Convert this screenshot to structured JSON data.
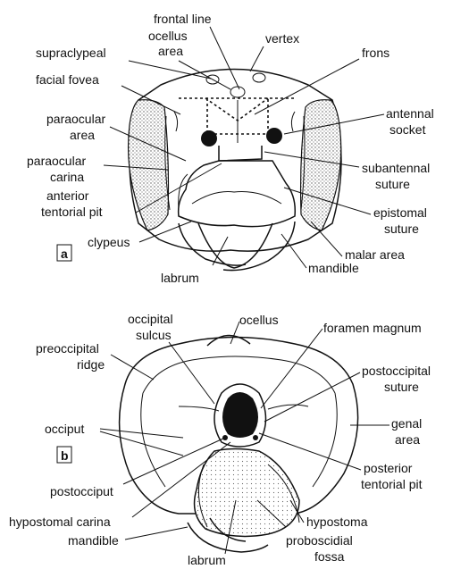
{
  "panel_a": {
    "tag": "a",
    "labels": {
      "frontal_line": "frontal line",
      "ocellus_area_1": "ocellus",
      "ocellus_area_2": "area",
      "vertex": "vertex",
      "supraclypeal_area": "supraclypeal",
      "frons": "frons",
      "facial_fovea": "facial fovea",
      "paraocular_area_1": "paraocular",
      "paraocular_area_2": "area",
      "antennal_socket_1": "antennal",
      "antennal_socket_2": "socket",
      "paraocular_carina_1": "paraocular",
      "paraocular_carina_2": "carina",
      "subantennal_suture_1": "subantennal",
      "subantennal_suture_2": "suture",
      "anterior_tentorial_pit_1": "anterior",
      "anterior_tentorial_pit_2": "tentorial pit",
      "epistomal_suture_1": "epistomal",
      "epistomal_suture_2": "suture",
      "clypeus": "clypeus",
      "malar_area": "malar area",
      "labrum": "labrum",
      "mandible": "mandible"
    }
  },
  "panel_b": {
    "tag": "b",
    "labels": {
      "occipital_sulcus_1": "occipital",
      "occipital_sulcus_2": "sulcus",
      "ocellus": "ocellus",
      "foramen_magnum": "foramen magnum",
      "preoccipital_ridge_1": "preoccipital",
      "preoccipital_ridge_2": "ridge",
      "postoccipital_suture_1": "postoccipital",
      "postoccipital_suture_2": "suture",
      "occiput": "occiput",
      "genal_area_1": "genal",
      "genal_area_2": "area",
      "posterior_tentorial_pit_1": "posterior",
      "posterior_tentorial_pit_2": "tentorial pit",
      "postocciput": "postocciput",
      "hypostomal_carina": "hypostomal carina",
      "hypostoma": "hypostoma",
      "mandible": "mandible",
      "proboscidial_fossa_1": "proboscidial",
      "proboscidial_fossa_2": "fossa",
      "labrum": "labrum"
    }
  }
}
